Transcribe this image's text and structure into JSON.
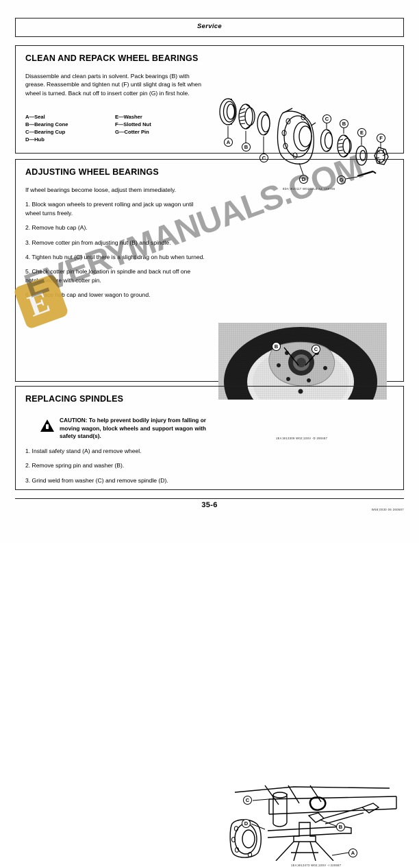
{
  "header": {
    "title": "Service"
  },
  "sections": [
    {
      "id": "clean",
      "title": "CLEAN AND REPACK WHEEL BEARINGS",
      "paragraphs": [
        "Disassemble and clean parts in solvent. Pack bearings (B) with grease. Reassemble and tighten nut (F) until slight drag is felt when wheel is turned. Back nut off to insert cotter pin (G) in first hole."
      ],
      "legend_left": [
        "A—Seal",
        "B—Bearing Cone",
        "C—Bearing Cup",
        "D—Hub"
      ],
      "legend_right": [
        "E—Washer",
        "F—Slotted Nut",
        "G—Cotter Pin"
      ],
      "figure": {
        "name": "exploded-wheel-bearing-assembly",
        "callouts": [
          "A",
          "B",
          "C",
          "D",
          "C",
          "B",
          "E",
          "F",
          "G"
        ],
        "caption": "8DA;W10117  W01;12LB  AJ.  160786"
      }
    },
    {
      "id": "adjust",
      "title": "ADJUSTING WHEEL BEARINGS",
      "paragraphs": [
        "If wheel bearings become loose, adjust them immediately.",
        "1.  Block wagon wheels to prevent rolling and jack up wagon until wheel turns freely.",
        "2.  Remove hub cap (A).",
        "3.  Remove cotter pin from adjusting nut (B) and spindle.",
        "4.  Tighten hub nut (C) until there is a slight drag on hub when turned.",
        "5.  Check cotter pin hole location in spindle and back nut off one notch. Secure with cotter pin.",
        "6.  Replace hub cap and lower wagon to ground."
      ],
      "figure": {
        "name": "wheel-hub-photo",
        "callouts": [
          "B",
          "C"
        ],
        "caption": "1EA;W13309  W02;10SV  -D  290487"
      }
    },
    {
      "id": "spindle",
      "title": "REPLACING SPINDLES",
      "caution": "CAUTION: To help prevent bodily injury from falling or moving wagon, block wheels and support wagon with safety stand(s).",
      "paragraphs": [
        "1.  Install safety stand (A) and remove wheel.",
        "2.  Remove spring pin and washer (B).",
        "3.  Grind weld from washer (C) and remove spindle (D)."
      ],
      "figure": {
        "name": "axle-spindle-safety-stand-diagram",
        "callouts": [
          "A",
          "B",
          "C",
          "D"
        ],
        "caption": "1EA;W13473  W02;10SV  -I  220687"
      }
    }
  ],
  "footer": {
    "page_number": "35-6",
    "doc_code": "W58;0030  06  260687"
  },
  "watermark": {
    "text": "EVERYMANUALS.COM",
    "badge_letter": "E",
    "badge_color": "#d6a93c"
  }
}
